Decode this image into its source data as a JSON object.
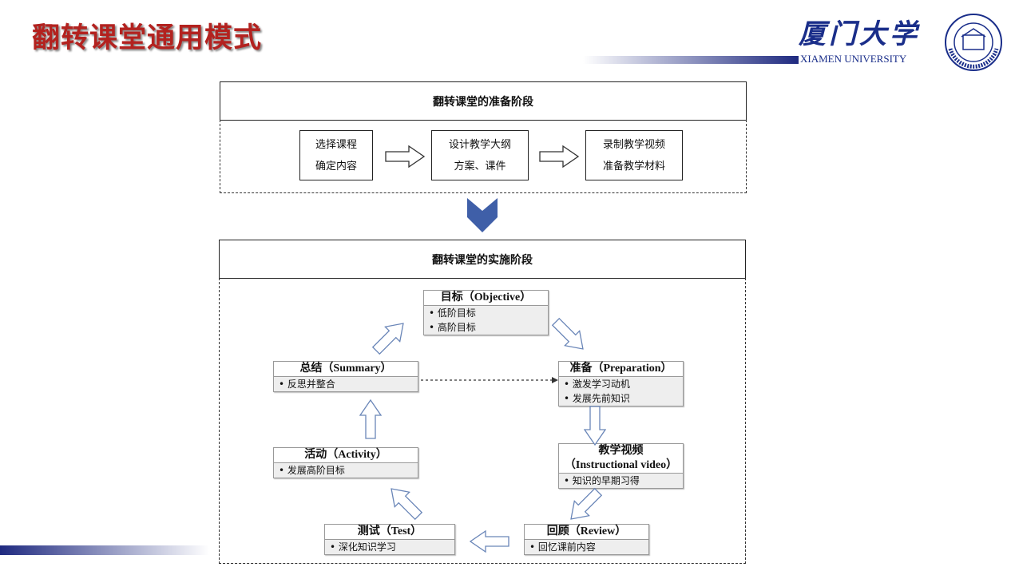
{
  "title": "翻转课堂通用模式",
  "logo": {
    "cn": "厦门大学",
    "en": "XIAMEN UNIVERSITY",
    "seal_text": "UNIVERSITAS AMOIENSIS"
  },
  "prep": {
    "header": "翻转课堂的准备阶段",
    "steps": [
      [
        "选择课程",
        "确定内容"
      ],
      [
        "设计教学大纲",
        "方案、课件"
      ],
      [
        "录制教学视频",
        "准备教学材料"
      ]
    ]
  },
  "impl": {
    "header": "翻转课堂的实施阶段",
    "objective": {
      "title": "目标（Objective）",
      "items": [
        "• 低阶目标",
        "• 高阶目标"
      ]
    },
    "preparation": {
      "title": "准备（Preparation）",
      "items": [
        "• 激发学习动机",
        "• 发展先前知识"
      ]
    },
    "video": {
      "title1": "教学视频",
      "title2": "（Instructional video）",
      "items": [
        "• 知识的早期习得"
      ]
    },
    "review": {
      "title": "回顾（Review）",
      "items": [
        "• 回忆课前内容"
      ]
    },
    "test": {
      "title": "测试（Test）",
      "items": [
        "• 深化知识学习"
      ]
    },
    "activity": {
      "title": "活动（Activity）",
      "items": [
        "• 发展高阶目标"
      ]
    },
    "summary": {
      "title": "总结（Summary）",
      "items": [
        "• 反思并整合"
      ]
    }
  },
  "colors": {
    "title": "#b3221f",
    "brand": "#1f2a80",
    "chevron": "#3f5fa8",
    "arrow": "#6a86b8"
  }
}
